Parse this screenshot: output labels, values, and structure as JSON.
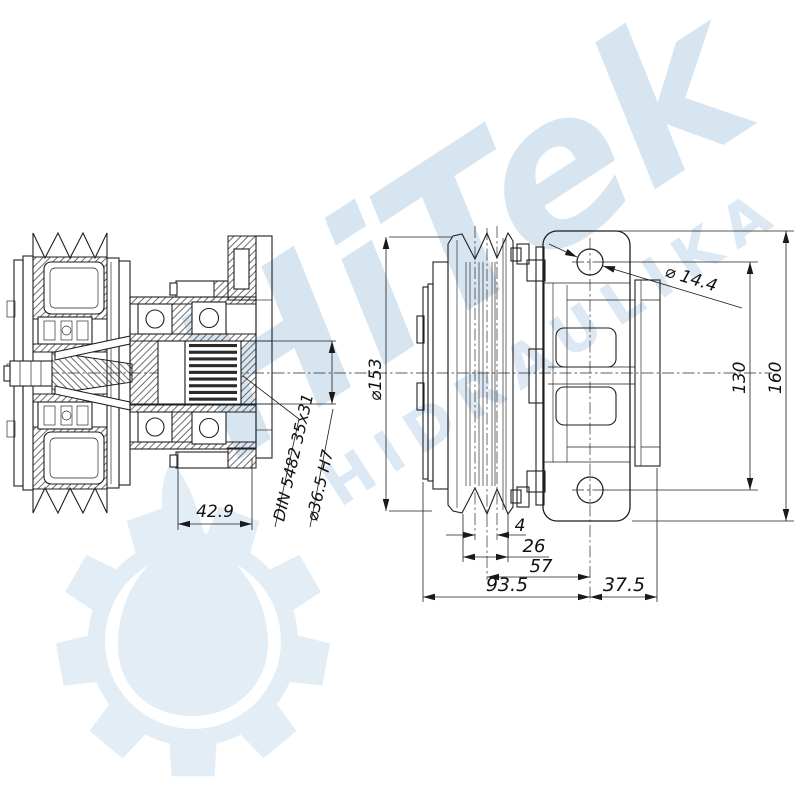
{
  "page": {
    "background": "#ffffff"
  },
  "watermark": {
    "brand": "HiTek",
    "subtitle": "HIDRAULIKA",
    "text_color": "#d7e5f1",
    "subtitle_color": "#dce8f3",
    "gear_color": "#e3edf6"
  },
  "views": {
    "section_view": {
      "title": "left cross-section view",
      "dimensions": {
        "hub_width": "42.9",
        "spline_standard": "DIN 5482 35x31",
        "bore_diameter": "⌀36.5 H7"
      }
    },
    "side_view": {
      "title": "right side elevation view",
      "dimensions": {
        "pulley_diameter": "⌀153",
        "mount_hole_diameter": "⌀ 14.4",
        "mount_hole_spacing": "130",
        "bracket_height": "160",
        "groove_pitch": "4",
        "groove_span": "26",
        "pulley_offset": "57",
        "front_length": "93.5",
        "rear_length": "37.5"
      }
    }
  }
}
